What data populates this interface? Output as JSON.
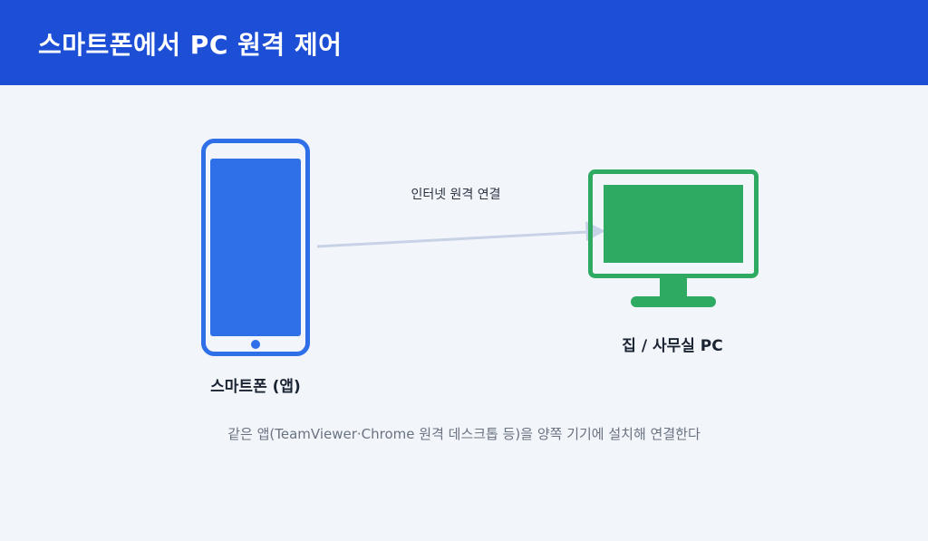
{
  "header": {
    "title": "스마트폰에서 PC 원격 제어"
  },
  "diagram": {
    "phone_label": "스마트폰 (앱)",
    "pc_label": "집 / 사무실 PC",
    "connection_label": "인터넷 원격 연결",
    "caption": "같은 앱(TeamViewer·Chrome 원격 데스크톱 등)을 양쪽 기기에 설치해 연결한다"
  },
  "colors": {
    "header_bg": "#1d4fd6",
    "phone": "#2f6fe8",
    "pc": "#2eaa63",
    "arrow": "#c8d2e6"
  },
  "icons": {
    "phone": "smartphone-icon",
    "pc": "monitor-icon"
  }
}
